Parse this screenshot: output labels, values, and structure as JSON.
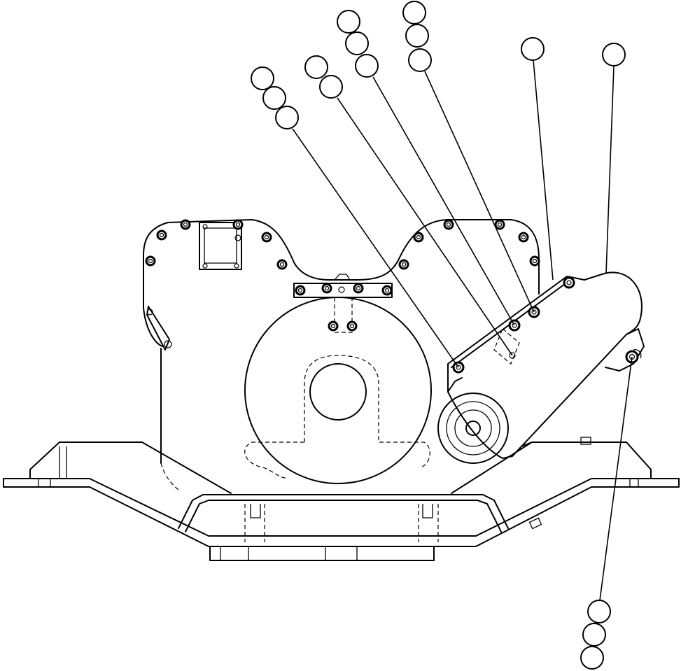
{
  "diagram": {
    "callouts": [
      {
        "id": "c1",
        "label": ""
      },
      {
        "id": "c2",
        "label": ""
      },
      {
        "id": "c3",
        "label": ""
      },
      {
        "id": "c4",
        "label": ""
      },
      {
        "id": "c5",
        "label": ""
      },
      {
        "id": "c6",
        "label": ""
      },
      {
        "id": "c7",
        "label": ""
      },
      {
        "id": "c8",
        "label": ""
      }
    ]
  }
}
